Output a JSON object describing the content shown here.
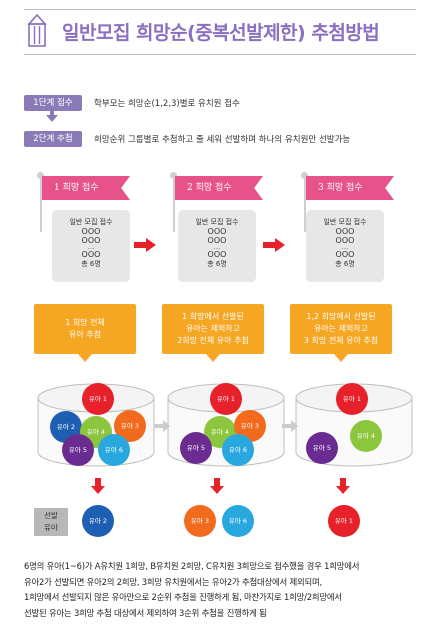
{
  "title": "일반모집 희망순(중복선발제한) 추첨방법",
  "steps": [
    {
      "badge": "1단계 접수",
      "text": "학부모는 희망순(1,2,3)별로 유치원 접수"
    },
    {
      "badge": "2단계 추첨",
      "text": "희망순위 그룹별로 추첨하고 줄 세워 선발하며 하나의 유치원만 선발가능"
    }
  ],
  "stages": [
    {
      "flag": "1 희망 접수",
      "board": {
        "title": "일반 모집 접수",
        "lines": [
          "OOO",
          "OOO"
        ],
        "dots": "...",
        "last": "OOO",
        "count": "총 6명"
      },
      "bubble": [
        "1 희망 전체",
        "유아 추첨"
      ]
    },
    {
      "flag": "2 희망 접수",
      "board": {
        "title": "일반 모집 접수",
        "lines": [
          "OOO",
          "OOO"
        ],
        "dots": "...",
        "last": "OOO",
        "count": "총 6명"
      },
      "bubble": [
        "1 희망에서 선발된",
        "유아는 제외하고",
        "2희망 전체 유아 추첨"
      ]
    },
    {
      "flag": "3 희망 접수",
      "board": {
        "title": "일반 모집 접수",
        "lines": [
          "OOO",
          "OOO"
        ],
        "dots": "...",
        "last": "OOO",
        "count": "총 6명"
      },
      "bubble": [
        "1,2 희망에서 선발된",
        "유아는 제외하고",
        "3 희망 전체 유아 추첨"
      ]
    }
  ],
  "drums": [
    [
      {
        "label": "유아 1",
        "color": "#e8202a"
      },
      {
        "label": "유아 2",
        "color": "#1f5fb3"
      },
      {
        "label": "유아 4",
        "color": "#8cc63f"
      },
      {
        "label": "유아 3",
        "color": "#f26b1d"
      },
      {
        "label": "유아 5",
        "color": "#6a2c91"
      },
      {
        "label": "유아 6",
        "color": "#29a8e0"
      }
    ],
    [
      {
        "label": "유아 1",
        "color": "#e8202a"
      },
      {
        "label": "유아 4",
        "color": "#8cc63f"
      },
      {
        "label": "유아 3",
        "color": "#f26b1d"
      },
      {
        "label": "유아 5",
        "color": "#6a2c91"
      },
      {
        "label": "유아 6",
        "color": "#29a8e0"
      }
    ],
    [
      {
        "label": "유아 1",
        "color": "#e8202a"
      },
      {
        "label": "유아 4",
        "color": "#8cc63f"
      },
      {
        "label": "유아 5",
        "color": "#6a2c91"
      }
    ]
  ],
  "selected_label": [
    "선발",
    "유아"
  ],
  "selected": [
    [
      {
        "label": "유아 2",
        "color": "#1f5fb3"
      }
    ],
    [
      {
        "label": "유아 3",
        "color": "#f26b1d"
      },
      {
        "label": "유아 6",
        "color": "#29a8e0"
      }
    ],
    [
      {
        "label": "유아 1",
        "color": "#e8202a"
      }
    ]
  ],
  "description": [
    "6명의 유아(1~6)가 A유치원 1희망, B유치원 2희망, C유치원 3희망으로 접수했을 경우 1희망에서",
    "유아2가 선발되면 유아2의 2희망, 3희망 유치원에서는 유아2가 추첨대상에서 제외되며,",
    "1희망에서 선발되지 않은 유아만으로 2순위 추첨을 진행하게 됨, 마찬가지로 1희망/2희망에서",
    "선발된 유아는 3희망 추첨 대상에서 제외하여 3순위 추첨을 진행하게 됨"
  ],
  "colors": {
    "accent": "#8a6fc0",
    "badge": "#8a7bb8",
    "flag": "#e8528a",
    "bubble": "#f5a623",
    "arrow": "#e8202a"
  }
}
